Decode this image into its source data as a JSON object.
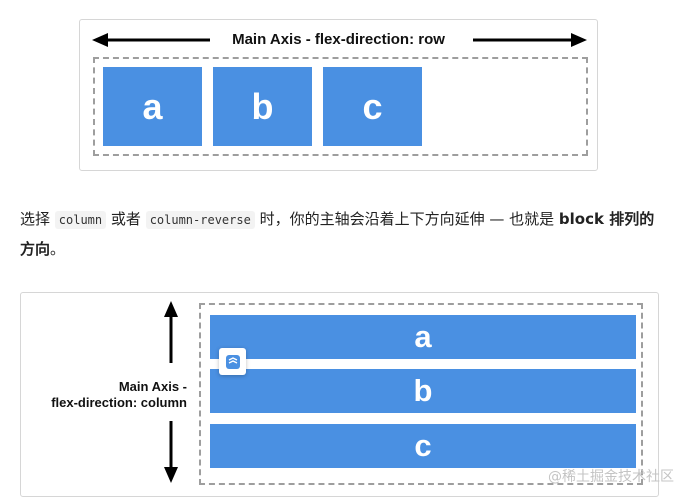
{
  "figure_row": {
    "title": "Main Axis - flex-direction: row",
    "items": [
      "a",
      "b",
      "c"
    ],
    "item_color": "#4a90e2"
  },
  "paragraph": {
    "t1": "选择 ",
    "code1": "column",
    "t2": " 或者 ",
    "code2": "column-reverse",
    "t3": " 时，你的主轴会沿着上下方向延伸 — 也就是 ",
    "bold1": "block 排列的方向",
    "t4": "。"
  },
  "figure_column": {
    "title_line1": "Main Axis -",
    "title_line2": "flex-direction: column",
    "items": [
      "a",
      "b",
      "c"
    ],
    "item_color": "#4a90e2"
  },
  "floating_button": {
    "icon": "translate-icon"
  },
  "watermark": {
    "text": "@稀土掘金技术社区"
  }
}
